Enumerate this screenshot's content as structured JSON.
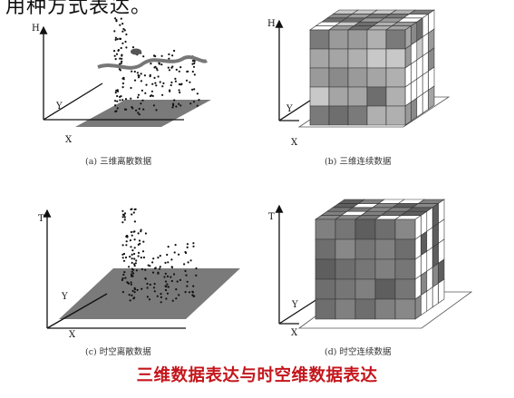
{
  "header_fragment": "用种方式表达。",
  "panels": [
    {
      "id": "a",
      "caption": "(a) 三维离散数据",
      "axes": {
        "vertical": "H",
        "depth": "Y",
        "horizontal": "X"
      }
    },
    {
      "id": "b",
      "caption": "(b) 三维连续数据",
      "axes": {
        "vertical": "H",
        "depth": "Y",
        "horizontal": "X"
      }
    },
    {
      "id": "c",
      "caption": "(c) 时空离散数据",
      "axes": {
        "vertical": "T",
        "depth": "Y",
        "horizontal": "X"
      }
    },
    {
      "id": "d",
      "caption": "(d) 时空连续数据",
      "axes": {
        "vertical": "T",
        "depth": "Y",
        "horizontal": "X"
      }
    }
  ],
  "footer_title": "三维数据表达与时空维数据表达",
  "colors": {
    "title_red": "#c4161c",
    "plane_gray": "#7a7a7a",
    "cube_gray": "#8a8a8a"
  }
}
